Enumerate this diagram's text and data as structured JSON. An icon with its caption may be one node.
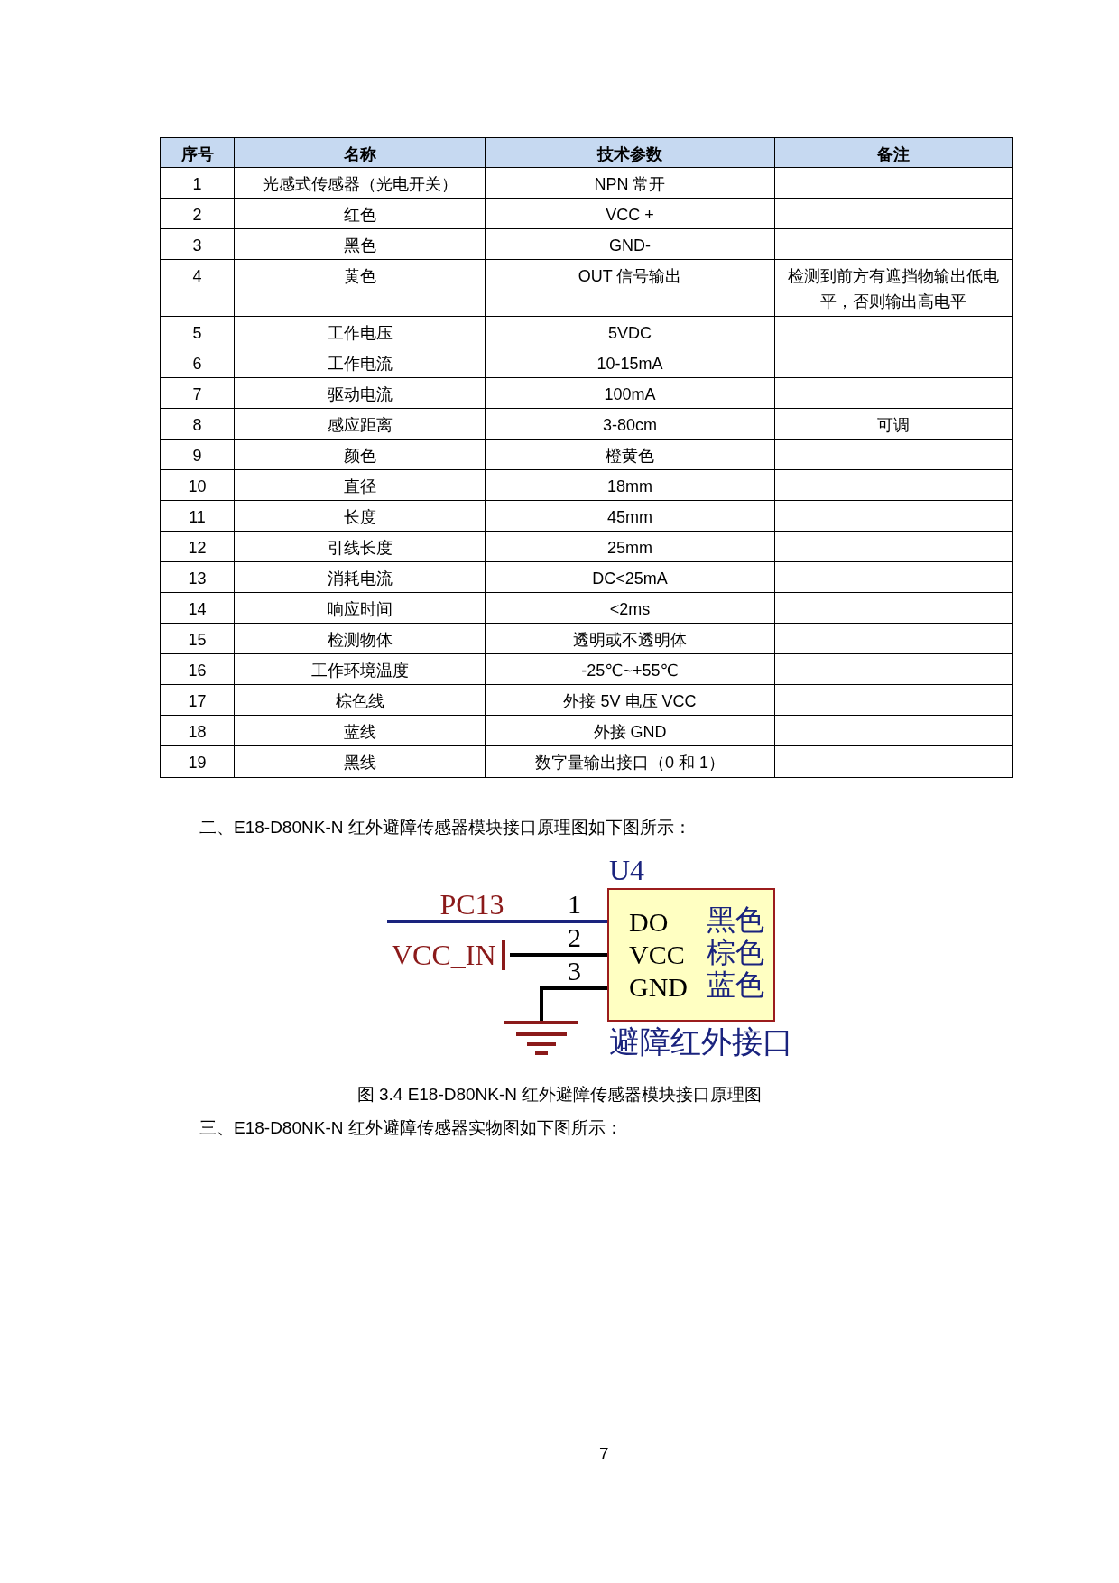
{
  "diagram": {
    "caption": "图 3.4 E18-D80NK-N 红外避障传感器模块接口原理图",
    "nodes": [
      {
        "text": [
          "U4",
          "DO",
          "黑色",
          "VCC",
          "棕色",
          "GND",
          "蓝色",
          "避障红外接口"
        ]
      },
      {
        "text": [
          "PC13"
        ]
      },
      {
        "text": [
          "VCC_IN"
        ]
      },
      {
        "text": [],
        "shape": "ground"
      }
    ],
    "edges": [
      {
        "from": 1,
        "to": 0,
        "arrow": "none",
        "label": "1",
        "color": "#1a237e"
      },
      {
        "from": 2,
        "to": 0,
        "arrow": "none",
        "label": "2"
      },
      {
        "from": 3,
        "to": 0,
        "arrow": "none",
        "label": "3"
      }
    ],
    "labels": [
      "序号",
      "名称",
      "技术参数",
      "备注",
      "1",
      "光感式传感器（光电开关）",
      "NPN 常开",
      "2",
      "红色",
      "VCC +",
      "3",
      "黑色",
      "GND-",
      "4",
      "黄色",
      "OUT 信号输出",
      "检测到前方有遮挡物输出低电平，否则输出高电平",
      "5",
      "工作电压",
      "5VDC",
      "6",
      "工作电流",
      "10-15mA",
      "7",
      "驱动电流",
      "100mA",
      "8",
      "感应距离",
      "3-80cm",
      "可调",
      "9",
      "颜色",
      "橙黄色",
      "10",
      "直径",
      "18mm",
      "11",
      "长度",
      "45mm",
      "12",
      "引线长度",
      "25mm",
      "13",
      "消耗电流",
      "DC<25mA",
      "14",
      "响应时间",
      "<2ms",
      "15",
      "检测物体",
      "透明或不透明体",
      "16",
      "工作环境温度",
      "-25℃~+55℃",
      "17",
      "棕色线",
      "外接 5V 电压 VCC",
      "18",
      "蓝线",
      "外接 GND",
      "19",
      "黑线",
      "数字量输出接口（0 和 1）",
      "二、E18-D80NK-N 红外避障传感器模块接口原理图如下图所示：",
      "三、E18-D80NK-N 红外避障传感器实物图如下图所示：",
      "7"
    ]
  }
}
